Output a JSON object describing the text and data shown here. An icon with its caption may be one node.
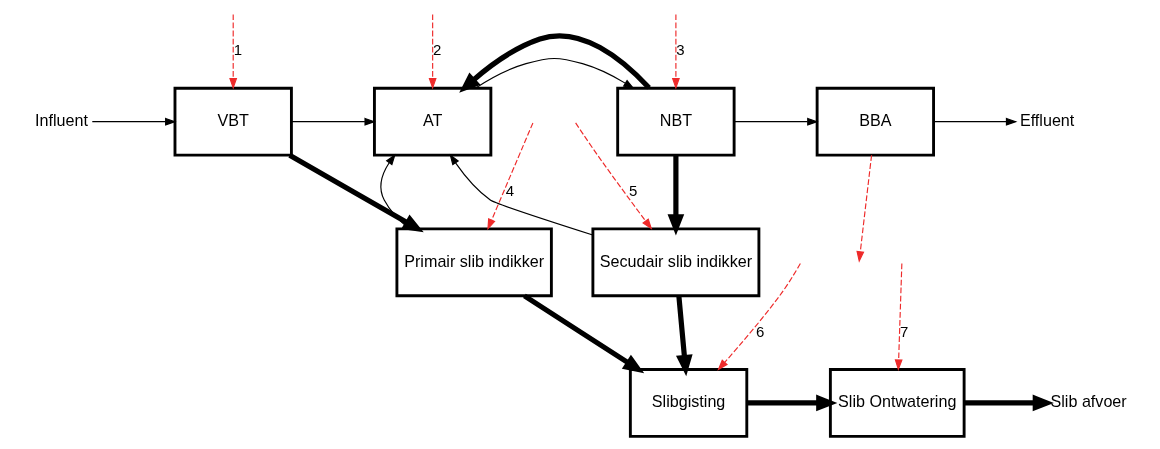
{
  "diagram": {
    "nodes": [
      {
        "text": [
          "Influent"
        ]
      },
      {
        "text": [
          "VBT"
        ]
      },
      {
        "text": [
          "AT"
        ]
      },
      {
        "text": [
          "NBT"
        ]
      },
      {
        "text": [
          "BBA"
        ]
      },
      {
        "text": [
          "Effluent"
        ]
      },
      {
        "text": [
          "Primair slib indikker"
        ]
      },
      {
        "text": [
          "Secudair slib indikker"
        ]
      },
      {
        "text": [
          "Slibgisting"
        ]
      },
      {
        "text": [
          "Slib Ontwatering"
        ]
      },
      {
        "text": [
          "Slib afvoer"
        ]
      }
    ],
    "edges": [
      {
        "from": 0,
        "to": 1,
        "arrow": "to"
      },
      {
        "from": 1,
        "to": 2,
        "arrow": "to"
      },
      {
        "from": 2,
        "to": 3,
        "arrow": "to"
      },
      {
        "from": 3,
        "to": 4,
        "arrow": "to"
      },
      {
        "from": 4,
        "to": 5,
        "arrow": "to"
      },
      {
        "from": 1,
        "to": 6,
        "arrow": "to",
        "style": "thick"
      },
      {
        "from": 6,
        "to": 2,
        "arrow": "to"
      },
      {
        "from": 7,
        "to": 2,
        "arrow": "to"
      },
      {
        "from": 3,
        "to": 7,
        "arrow": "to",
        "style": "thick"
      },
      {
        "from": 3,
        "to": 2,
        "arrow": "to",
        "style": "thick"
      },
      {
        "from": 6,
        "to": 8,
        "arrow": "to",
        "style": "thick"
      },
      {
        "from": 7,
        "to": 8,
        "arrow": "to",
        "style": "thick"
      },
      {
        "from": 8,
        "to": 9,
        "arrow": "to",
        "style": "thick"
      },
      {
        "from": 9,
        "to": 10,
        "arrow": "to",
        "style": "thick"
      },
      {
        "from": null,
        "to": 1,
        "arrow": "to",
        "label": "1",
        "style": "dashed",
        "color": "#ee2a2a"
      },
      {
        "from": null,
        "to": 2,
        "arrow": "to",
        "label": "2",
        "style": "dashed",
        "color": "#ee2a2a"
      },
      {
        "from": null,
        "to": 3,
        "arrow": "to",
        "label": "3",
        "style": "dashed",
        "color": "#ee2a2a"
      },
      {
        "from": 4,
        "to": null,
        "arrow": "to",
        "style": "dashed",
        "color": "#ee2a2a"
      },
      {
        "from": null,
        "to": 6,
        "arrow": "to",
        "label": "4",
        "style": "dashed",
        "color": "#ee2a2a"
      },
      {
        "from": null,
        "to": 7,
        "arrow": "to",
        "label": "5",
        "style": "dashed",
        "color": "#ee2a2a"
      },
      {
        "from": null,
        "to": 8,
        "arrow": "to",
        "label": "6",
        "style": "dashed",
        "color": "#ee2a2a"
      },
      {
        "from": null,
        "to": 9,
        "arrow": "to",
        "label": "7",
        "style": "dashed",
        "color": "#ee2a2a"
      }
    ]
  }
}
